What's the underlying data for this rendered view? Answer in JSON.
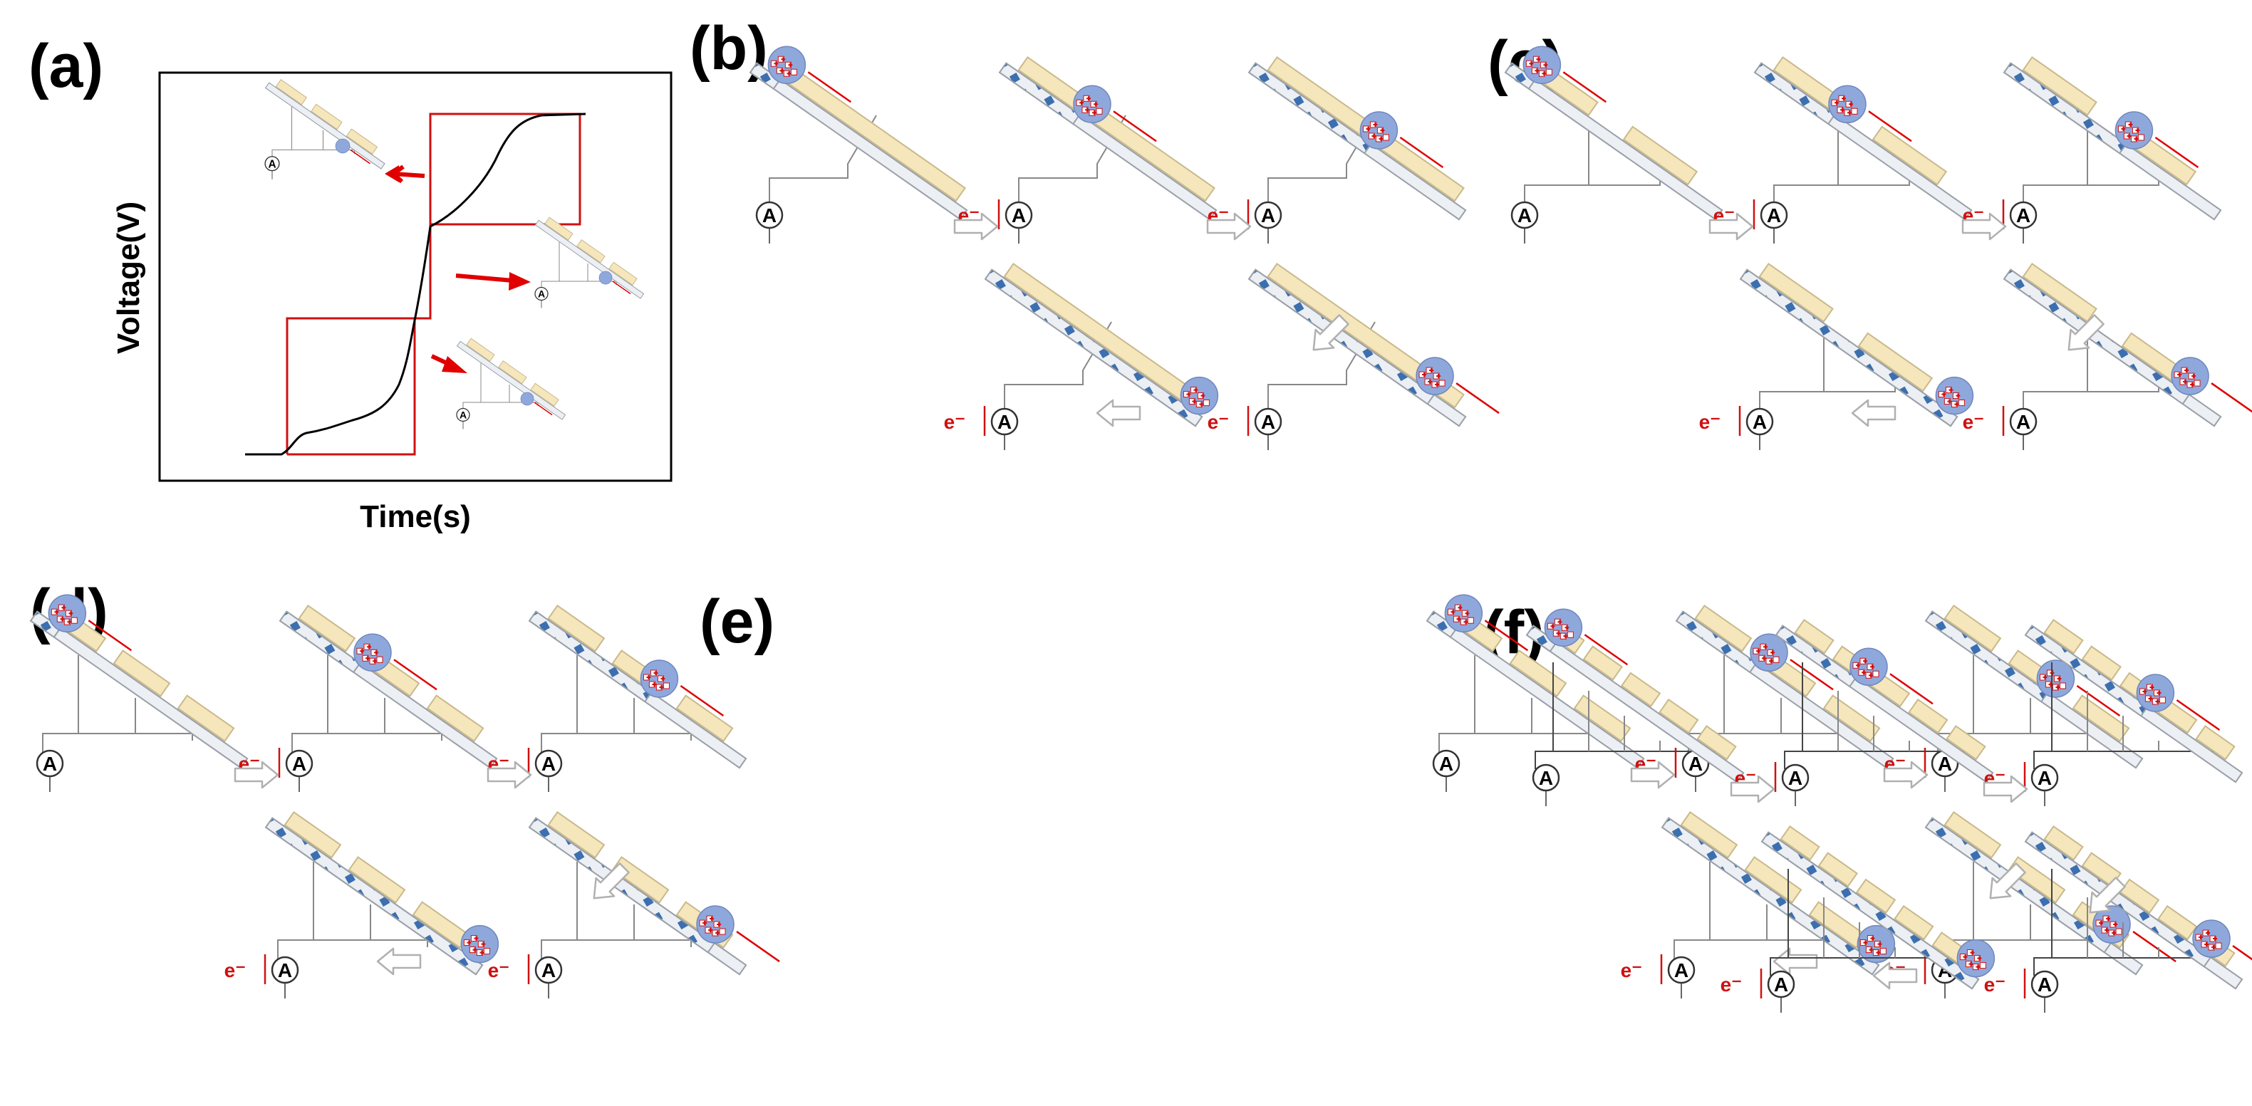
{
  "panels": {
    "a": {
      "label": "(a)"
    },
    "b": {
      "label": "(b)"
    },
    "c": {
      "label": "(c)"
    },
    "d": {
      "label": "(d)"
    },
    "e": {
      "label": "(e)"
    },
    "f": {
      "label": "(f)"
    }
  },
  "chart": {
    "xlabel": "Time(s)",
    "ylabel": "Voltage(V)"
  },
  "ammeter_label": "A",
  "electron_label": "e⁻",
  "colors": {
    "droplet": "#8fa8dc",
    "positive_charge": "#d01010",
    "electrode": "#f5e6bc",
    "electrode_stroke": "#c9b98a",
    "dielectric": "#eceff3",
    "dielectric_stroke": "#9aa0a8",
    "negative_charge": "#3c6fb0",
    "flow_arrow": "#e00000",
    "process_arrow_stroke": "#b0b0b0",
    "trace_square": "#d01010",
    "trace_signal": "#000000"
  }
}
